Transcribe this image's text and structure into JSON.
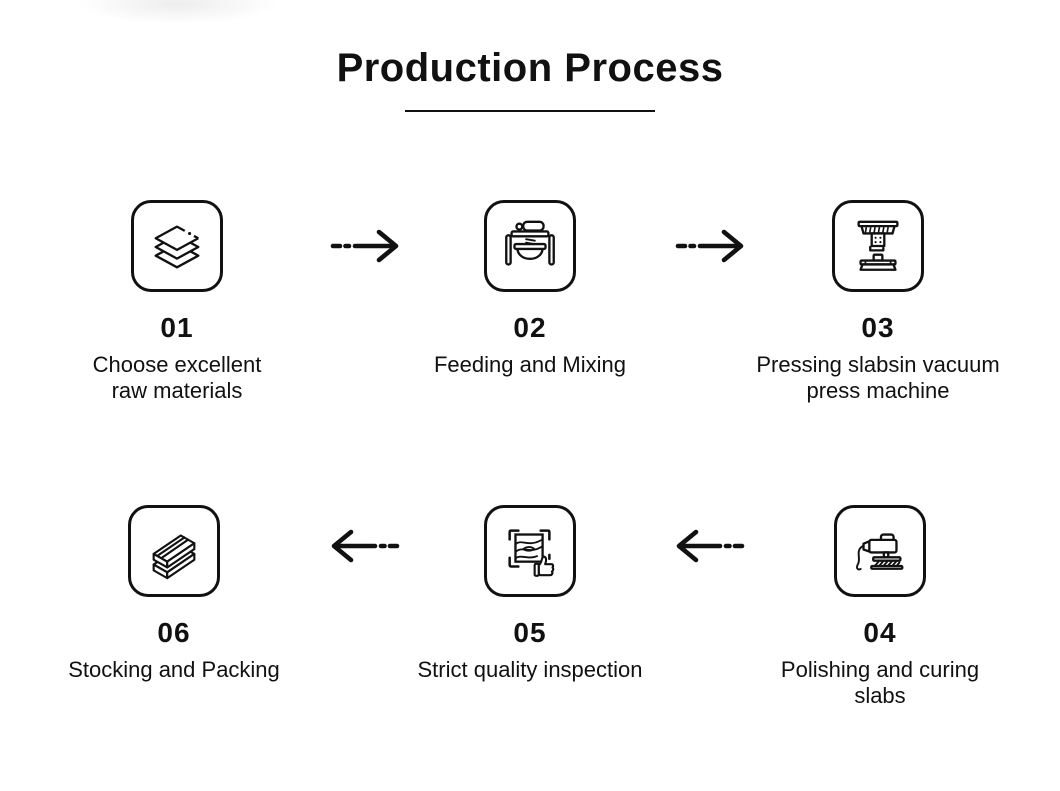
{
  "page": {
    "title": "Production Process",
    "background_color": "#ffffff",
    "ink_color": "#111111"
  },
  "steps": [
    {
      "number": "01",
      "label": "Choose excellent raw materials",
      "icon": "layers-icon"
    },
    {
      "number": "02",
      "label": "Feeding and Mixing",
      "icon": "mixer-icon"
    },
    {
      "number": "03",
      "label": "Pressing slabsin vacuum press machine",
      "icon": "press-icon"
    },
    {
      "number": "04",
      "label": "Polishing and curing slabs",
      "icon": "polisher-icon"
    },
    {
      "number": "05",
      "label": "Strict quality inspection",
      "icon": "inspection-icon"
    },
    {
      "number": "06",
      "label": "Stocking and Packing",
      "icon": "stacked-slabs-icon"
    }
  ],
  "arrows": [
    {
      "direction": "right",
      "style": "dash-dot-solid"
    },
    {
      "direction": "right",
      "style": "dash-dot-solid"
    },
    {
      "direction": "left",
      "style": "solid-dot-dash"
    },
    {
      "direction": "left",
      "style": "solid-dot-dash"
    }
  ]
}
